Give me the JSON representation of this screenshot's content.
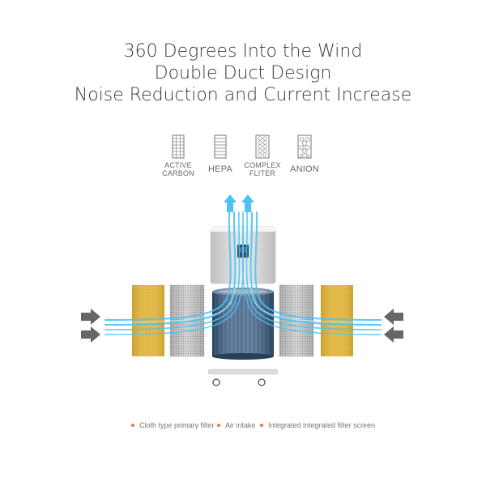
{
  "headline": {
    "line1": "360 Degrees Into the Wind",
    "line2": "Double Duct Design",
    "line3": "Noise Reduction and Current Increase"
  },
  "filter_types": [
    {
      "label": "ACTIVE CARBON",
      "icon": "activated-carbon-grid-icon"
    },
    {
      "label": "HEPA",
      "icon": "hepa-pleat-icon"
    },
    {
      "label": "COMPLEX FLITER",
      "icon": "complex-filter-icon"
    },
    {
      "label": "ANION",
      "icon": "anion-icon"
    }
  ],
  "legend": {
    "item1": "Cloth type primary filter",
    "item2": "Air intake",
    "item3": "Integrated integrated filter screen"
  },
  "colors": {
    "airflow": "#4fc3f0",
    "primary_filter": "#e3b53a",
    "legend_dot": "#e8744a",
    "arrow_gray": "#666666"
  }
}
